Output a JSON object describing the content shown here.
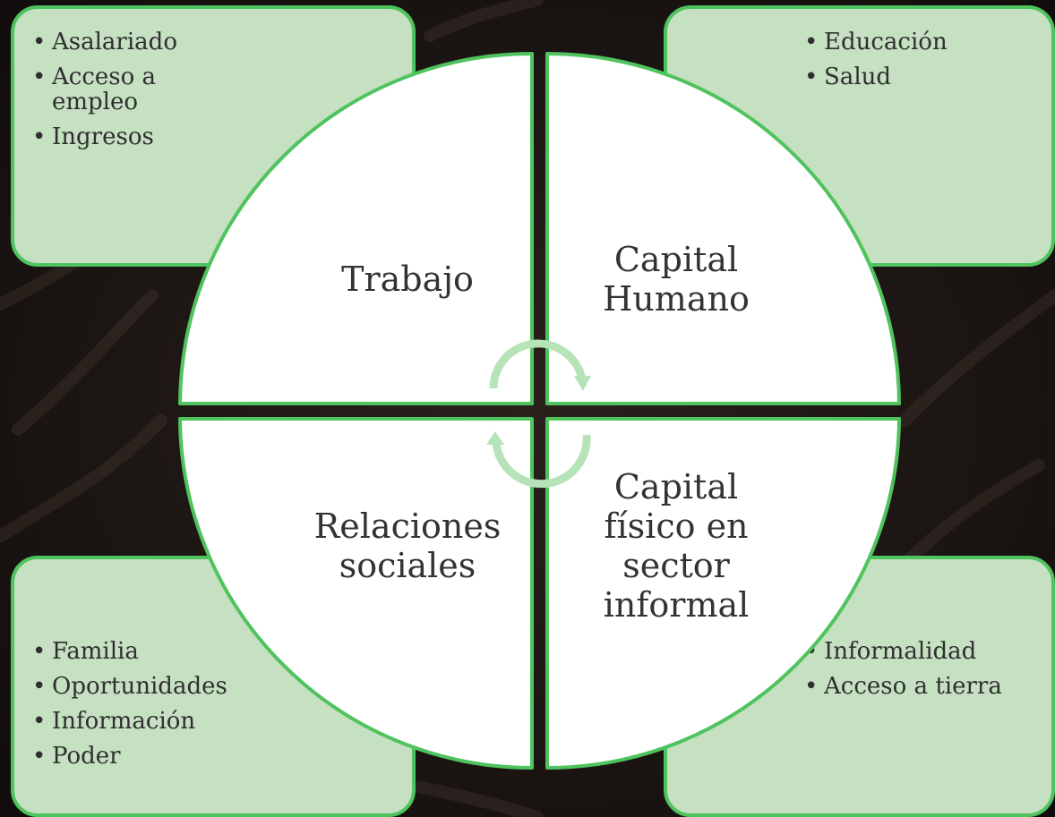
{
  "colors": {
    "box_fill": "#c6e0c2",
    "box_border": "#4fc35e",
    "quadrant_fill": "#ffffff",
    "quadrant_border": "#4fc35e",
    "cycle_arrow": "#b6e3b8",
    "text": "#333333"
  },
  "icons": [
    "cycle-arrows-icon"
  ],
  "quadrants": {
    "top_left": {
      "label": "Trabajo",
      "items": [
        "Asalariado",
        "Acceso a empleo",
        "Ingresos"
      ]
    },
    "top_right": {
      "label": "Capital Humano",
      "items": [
        "Educación",
        "Salud"
      ]
    },
    "bottom_left": {
      "label": "Relaciones sociales",
      "items": [
        "Familia",
        "Oportunidades",
        "Información",
        "Poder"
      ]
    },
    "bottom_right": {
      "label": "Capital físico en sector informal",
      "items": [
        "Informalidad",
        "Acceso a tierra"
      ]
    }
  }
}
